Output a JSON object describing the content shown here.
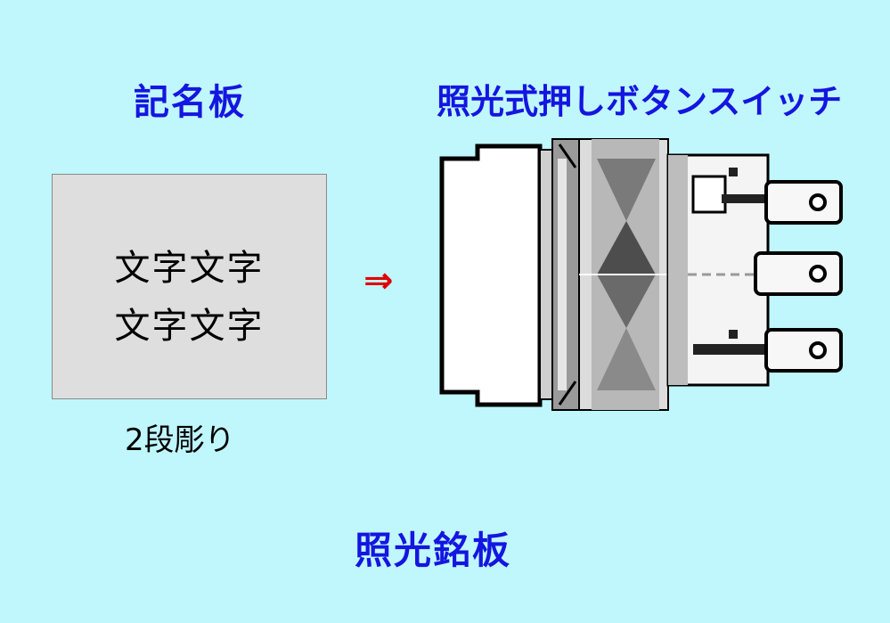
{
  "labels": {
    "nameplate": "記名板",
    "switch": "照光式押しボタンスイッチ",
    "footer": "照光銘板"
  },
  "plate": {
    "line1": "文字文字",
    "line2": "文字文字",
    "note": "2段彫り"
  },
  "arrow": "⇒",
  "colors": {
    "background": "#bff7fc",
    "title_blue": "#1515e0",
    "arrow_red": "#e00000",
    "plate_gray": "#dedede"
  }
}
